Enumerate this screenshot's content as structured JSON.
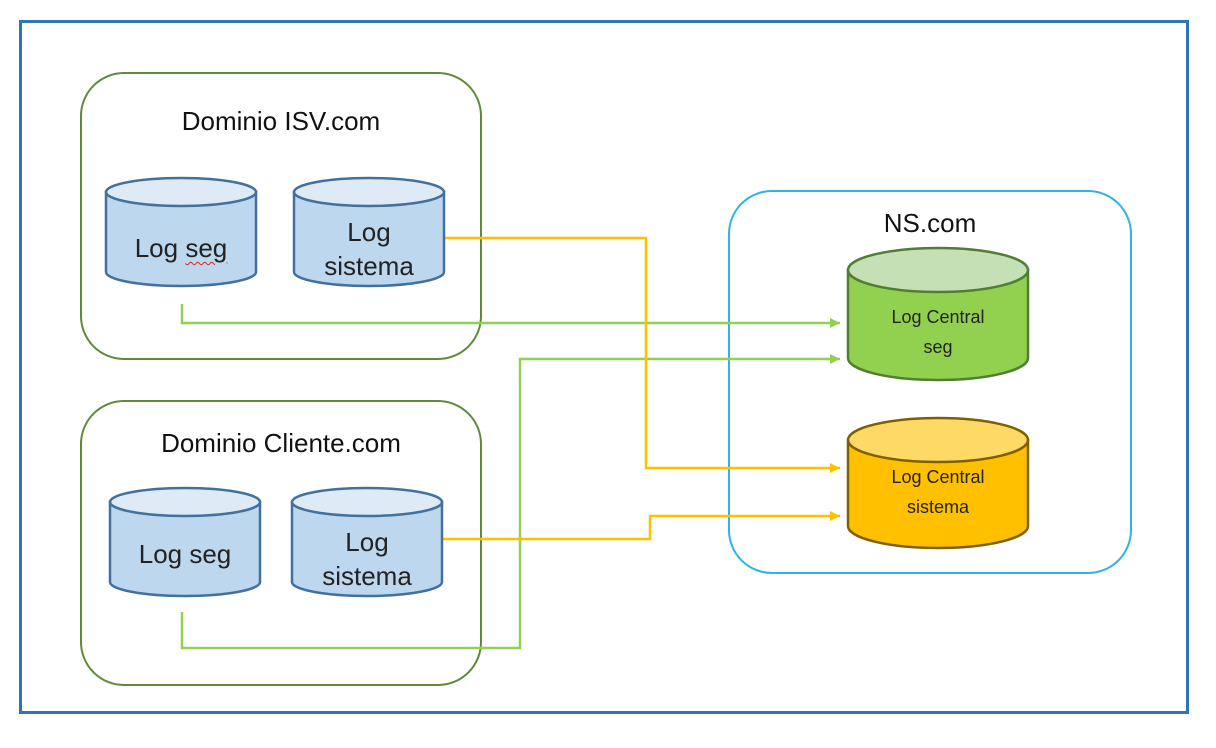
{
  "domains": {
    "isv": {
      "title": "Dominio ISV.com",
      "log_seg": {
        "label": "Log seg",
        "word1": "Log",
        "word2": "seg"
      },
      "log_sistema": {
        "line1": "Log",
        "line2": "sistema"
      }
    },
    "cliente": {
      "title": "Dominio  Cliente.com",
      "log_seg": {
        "label": "Log seg"
      },
      "log_sistema": {
        "line1": "Log",
        "line2": "sistema"
      }
    }
  },
  "ns": {
    "title": "NS.com",
    "central_seg": {
      "line1": "Log Central",
      "line2": "seg"
    },
    "central_sistema": {
      "line1": "Log Central",
      "line2": "sistema"
    }
  },
  "colors": {
    "frame": "#2e75b6",
    "domain_border": "#5e8a3a",
    "ns_border": "#2fb2ea",
    "cyl_blue_fill": "#bdd7ee",
    "cyl_blue_top": "#deebf7",
    "cyl_blue_stroke": "#41719c",
    "cyl_green_fill": "#92d050",
    "cyl_green_top": "#c5e0b4",
    "cyl_green_stroke": "#507e32",
    "cyl_yellow_fill": "#ffc000",
    "cyl_yellow_top": "#ffd966",
    "cyl_yellow_stroke": "#7f6000",
    "arrow_green": "#92d050",
    "arrow_yellow": "#ffc000"
  }
}
